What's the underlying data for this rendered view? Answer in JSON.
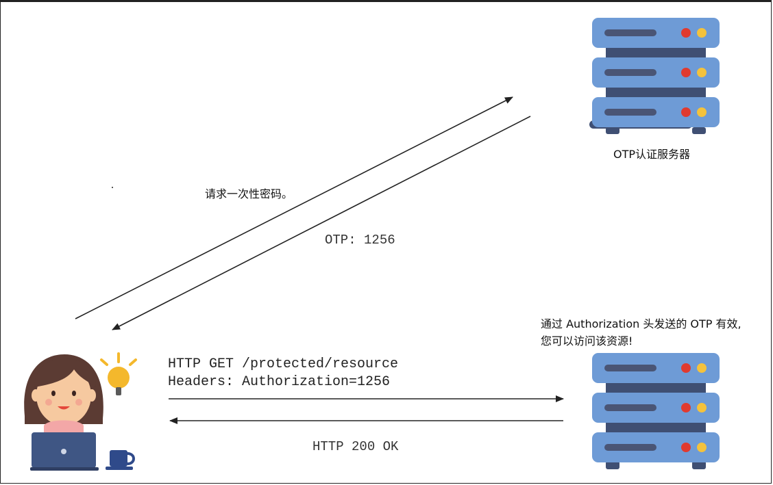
{
  "auth_server": {
    "label": "OTP认证服务器"
  },
  "request_otp": {
    "label": "请求一次性密码。"
  },
  "otp_response": {
    "label": "OTP: 1256"
  },
  "resource_request": {
    "line1": "HTTP GET /protected/resource",
    "line2": "Headers: Authorization=1256"
  },
  "resource_response": {
    "label": "HTTP 200 OK"
  },
  "resource_server_note": {
    "line1": "通过 Authorization 头发送的 OTP 有效,",
    "line2": "您可以访问该资源!"
  },
  "colors": {
    "server_body": "#6e9bd6",
    "server_dark": "#3f4f73",
    "server_slot": "#4a5575",
    "led_red": "#e03a2f",
    "led_yellow": "#f4c23c",
    "arrow": "#222222"
  },
  "icons": [
    "user-icon",
    "laptop-icon",
    "lightbulb-icon",
    "coffee-cup-icon",
    "server-icon"
  ]
}
